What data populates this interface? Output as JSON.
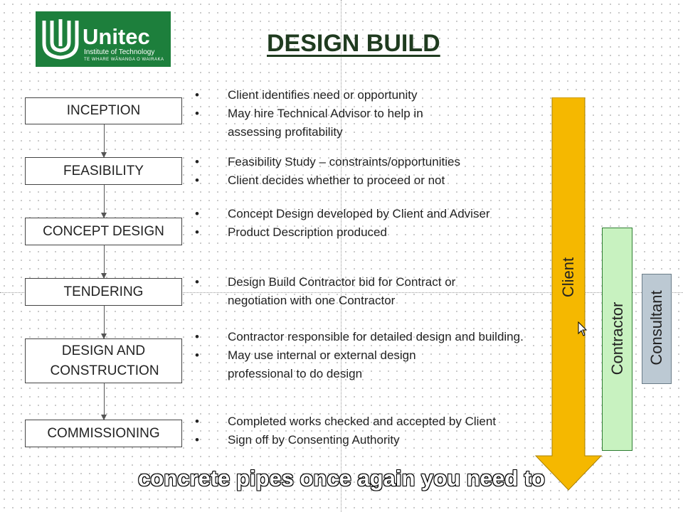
{
  "logo": {
    "name": "Unitec",
    "subtitle": "Institute of Technology",
    "tagline": "TE WHARE WĀNANGA O WAIRAKA",
    "brand_color": "#1d7f3c"
  },
  "title": "DESIGN BUILD",
  "stages": [
    {
      "label": "INCEPTION"
    },
    {
      "label": "FEASIBILITY"
    },
    {
      "label": "CONCEPT DESIGN"
    },
    {
      "label": "TENDERING"
    },
    {
      "label": "DESIGN AND CONSTRUCTION"
    },
    {
      "label": "COMMISSIONING"
    }
  ],
  "bullet_glyph": "•",
  "bullets": [
    [
      "Client identifies need or opportunity",
      "May hire Technical Advisor to help in assessing profitability"
    ],
    [
      "Feasibility Study – constraints/opportunities",
      "Client decides whether to proceed or not"
    ],
    [
      "Concept Design developed by Client and Adviser",
      "Product Description produced"
    ],
    [
      "Design Build Contractor bid for Contract or negotiation with one Contractor"
    ],
    [
      "Contractor responsible for detailed design and building.",
      "May use internal or external design professional to do design"
    ],
    [
      "Completed works checked and accepted by Client",
      "Sign off by Consenting Authority"
    ]
  ],
  "roles": {
    "client": {
      "label": "Client",
      "color": "#f5b800"
    },
    "contractor": {
      "label": "Contractor",
      "color": "#c8f2c0"
    },
    "consultant": {
      "label": "Consultant",
      "color": "#bcc9d3"
    }
  },
  "caption": "concrete pipes once again you need to"
}
